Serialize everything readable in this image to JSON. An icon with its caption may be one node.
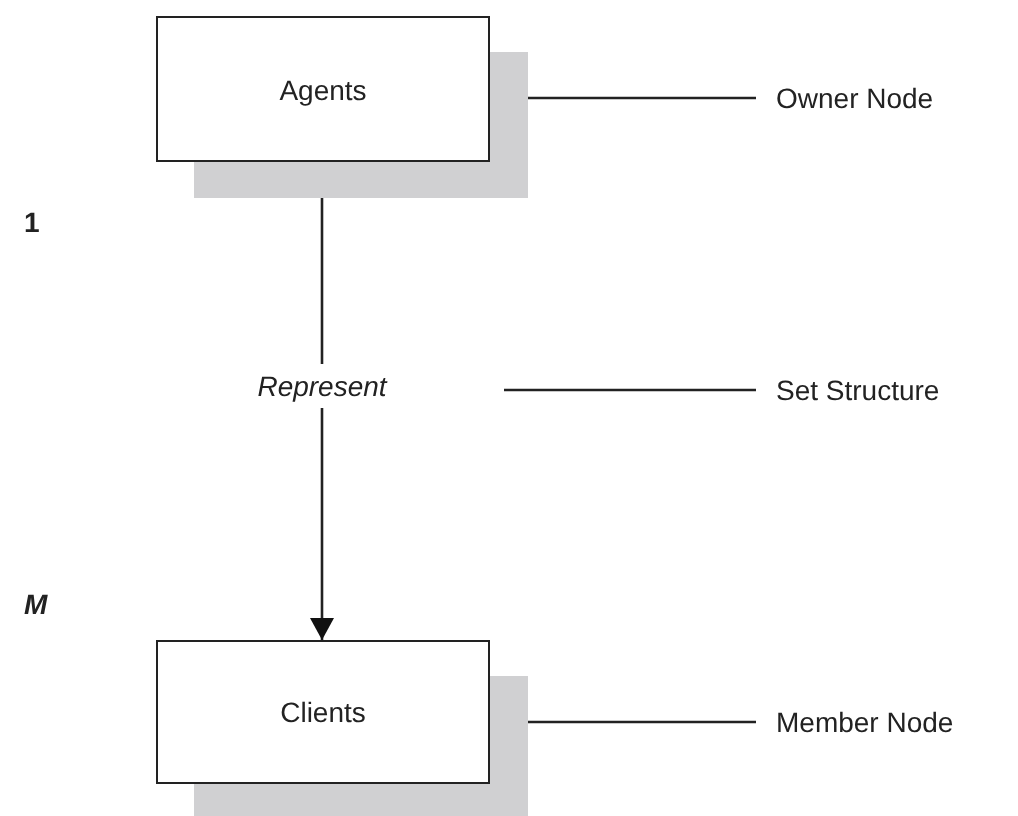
{
  "diagram": {
    "nodes": [
      {
        "text": [
          "Agents"
        ]
      },
      {
        "text": [
          "Owner Node"
        ]
      },
      {
        "text": [
          "Represent"
        ]
      },
      {
        "text": [
          "Set Structure"
        ]
      },
      {
        "text": [
          "Clients"
        ]
      },
      {
        "text": [
          "Member Node"
        ]
      }
    ],
    "edges": [
      {
        "from": 0,
        "to": 2,
        "arrow": "none"
      },
      {
        "from": 2,
        "to": 4,
        "arrow": "to"
      },
      {
        "from": 1,
        "to": 0,
        "arrow": "none"
      },
      {
        "from": 3,
        "to": 2,
        "arrow": "none"
      },
      {
        "from": 5,
        "to": 4,
        "arrow": "none"
      }
    ],
    "labels": [
      "1",
      "M"
    ]
  }
}
